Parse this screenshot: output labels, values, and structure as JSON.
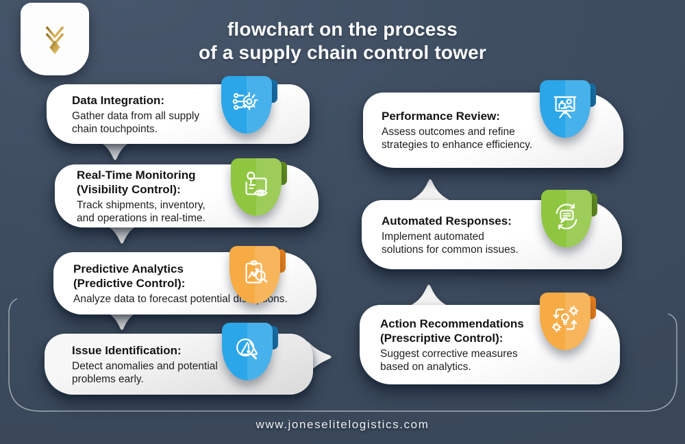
{
  "page": {
    "title_line1": "flowchart on the process",
    "title_line2": "of a supply chain control tower",
    "footer_url": "www.joneselitelogistics.com",
    "background_color": "#3e4d60",
    "logo": "jones-elite-logistics-gold-lion-crest",
    "logo_gold": "#c7a24b"
  },
  "steps": [
    {
      "title_line1": "Data Integration:",
      "title_line2": "",
      "body": "Gather data from all supply chain touchpoints.",
      "icon": "gear-circuit-icon",
      "color": "#2ba6e9",
      "color_dark": "#176fa4",
      "column": "left"
    },
    {
      "title_line1": "Real-Time Monitoring",
      "title_line2": "(Visibility Control):",
      "body": "Track shipments, inventory, and operations in real-time.",
      "icon": "map-pin-eye-icon",
      "color": "#8fc640",
      "color_dark": "#5f8c1f",
      "column": "left"
    },
    {
      "title_line1": "Predictive Analytics",
      "title_line2": "(Predictive Control):",
      "body": "Analyze data to forecast potential disruptions.",
      "icon": "clipboard-chart-magnifier-icon",
      "color": "#f6ab44",
      "color_dark": "#e87f1c",
      "column": "left"
    },
    {
      "title_line1": "Issue Identification:",
      "title_line2": "",
      "body": "Detect anomalies and potential problems early.",
      "icon": "magnifier-warning-icon",
      "color": "#2ba6e9",
      "color_dark": "#176fa4",
      "column": "left"
    },
    {
      "title_line1": "Performance Review:",
      "title_line2": "",
      "body": "Assess outcomes and refine strategies to enhance efficiency.",
      "icon": "presentation-review-icon",
      "color": "#2ba6e9",
      "color_dark": "#176fa4",
      "column": "right"
    },
    {
      "title_line1": "Automated Responses:",
      "title_line2": "",
      "body": "Implement automated solutions for common issues.",
      "icon": "chat-refresh-icon",
      "color": "#8fc640",
      "color_dark": "#5f8c1f",
      "column": "right"
    },
    {
      "title_line1": "Action Recommendations",
      "title_line2": "(Prescriptive Control):",
      "body": "Suggest corrective measures based on analytics.",
      "icon": "gears-bulb-arrows-icon",
      "color": "#f6ab44",
      "color_dark": "#e87f1c",
      "column": "right"
    }
  ],
  "flow": [
    {
      "from": "Data Integration",
      "to": "Real-Time Monitoring",
      "direction": "down"
    },
    {
      "from": "Real-Time Monitoring",
      "to": "Predictive Analytics",
      "direction": "down"
    },
    {
      "from": "Predictive Analytics",
      "to": "Issue Identification",
      "direction": "down"
    },
    {
      "from": "Issue Identification",
      "to": "Action Recommendations",
      "direction": "right"
    },
    {
      "from": "Action Recommendations",
      "to": "Automated Responses",
      "direction": "up"
    },
    {
      "from": "Automated Responses",
      "to": "Performance Review",
      "direction": "up"
    }
  ]
}
